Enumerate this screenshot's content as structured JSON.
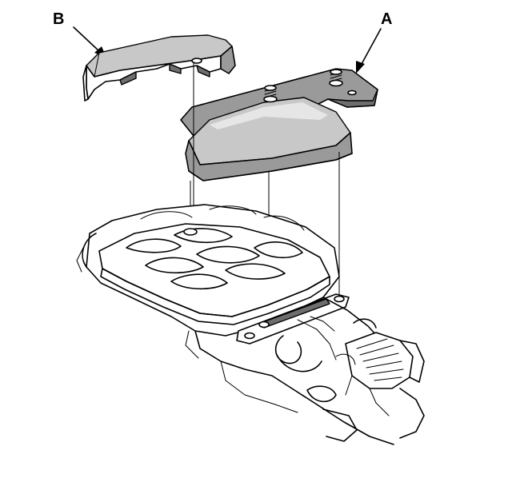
{
  "callouts": {
    "a": {
      "label": "A",
      "part": "engine-cover-a"
    },
    "b": {
      "label": "B",
      "part": "engine-cover-b"
    }
  },
  "colors": {
    "ink": "#000000",
    "shade": "#9a9a9a",
    "background": "#ffffff"
  }
}
